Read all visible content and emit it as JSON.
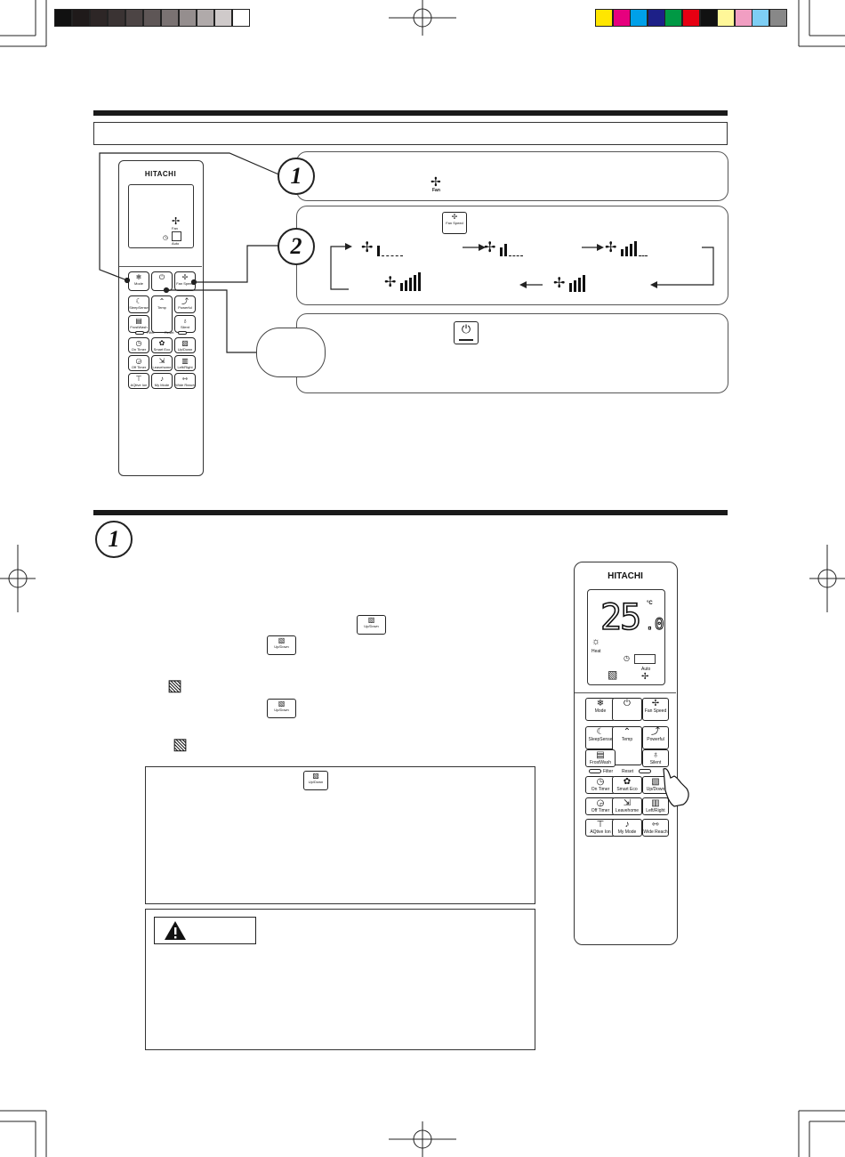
{
  "remote_top": {
    "brand": "HITACHI",
    "display_labels": {
      "fan": "Fan",
      "auto": "Auto"
    },
    "keys": [
      {
        "label": "Mode",
        "icon": "❄"
      },
      {
        "label": "",
        "icon": "⏻"
      },
      {
        "label": "Fan Speed",
        "icon": "✢"
      },
      {
        "label": "SleepSense",
        "icon": "☾"
      },
      {
        "label": "Temp",
        "icon": "⌃"
      },
      {
        "label": "Powerful",
        "icon": "⤴"
      },
      {
        "label": "FrostWash",
        "icon": "▤"
      },
      {
        "label": "",
        "icon": "⌄"
      },
      {
        "label": "Silent",
        "icon": "♁"
      },
      {
        "label": "Filter",
        "icon": ""
      },
      {
        "label": "Reset",
        "icon": ""
      },
      {
        "label": "On Timer",
        "icon": "◷"
      },
      {
        "label": "Smart Eco",
        "icon": "✿"
      },
      {
        "label": "Up/Down",
        "icon": "▧"
      },
      {
        "label": "Off Timer",
        "icon": "◶"
      },
      {
        "label": "Leavehome",
        "icon": "⇲"
      },
      {
        "label": "Left/Right",
        "icon": "▥"
      },
      {
        "label": "AQtive Ion",
        "icon": "⊤"
      },
      {
        "label": "My Mode",
        "icon": "♪"
      },
      {
        "label": "Wide Reach",
        "icon": "⇿"
      }
    ]
  },
  "steps": {
    "step1_number": "1",
    "step2_number": "2",
    "fan_icon_label": "Fan",
    "fan_speed_key_label": "Fan Speed"
  },
  "remote_right": {
    "brand": "HITACHI",
    "temperature": "25",
    "temperature_decimal": ".0",
    "unit": "°C",
    "mode_label": "Heat",
    "auto_label": "Auto",
    "keys": {
      "mode": "Mode",
      "fan_speed": "Fan Speed",
      "sleepsense": "SleepSense",
      "temp": "Temp",
      "powerful": "Powerful",
      "frostwash": "FrostWash",
      "silent": "Silent",
      "filter": "Filter",
      "reset": "Reset",
      "on_timer": "On Timer",
      "smart_eco": "Smart Eco",
      "up_down": "Up/Down",
      "off_timer": "Off Timer",
      "leavehome": "Leavehome",
      "left_right": "Left/Right",
      "aqtive_ion": "AQtive Ion",
      "my_mode": "My Mode",
      "wide_reach": "Wide Reach"
    }
  },
  "section2": {
    "number": "1",
    "up_down_label": "Up/Down"
  },
  "colors": {
    "registration_swatches": [
      "#ffe600",
      "#e6007e",
      "#00a0e9",
      "#1d2088",
      "#009944",
      "#e60012",
      "#111111",
      "#fff799",
      "#f19ec2",
      "#7ecef4",
      "#888888"
    ],
    "gray_swatches": [
      "#111111",
      "#1f1a1a",
      "#2d2626",
      "#3a3333",
      "#4c4444",
      "#5e5656",
      "#7a7272",
      "#958e8e",
      "#b0aaaa",
      "#cfcaca",
      "#ffffff"
    ]
  }
}
